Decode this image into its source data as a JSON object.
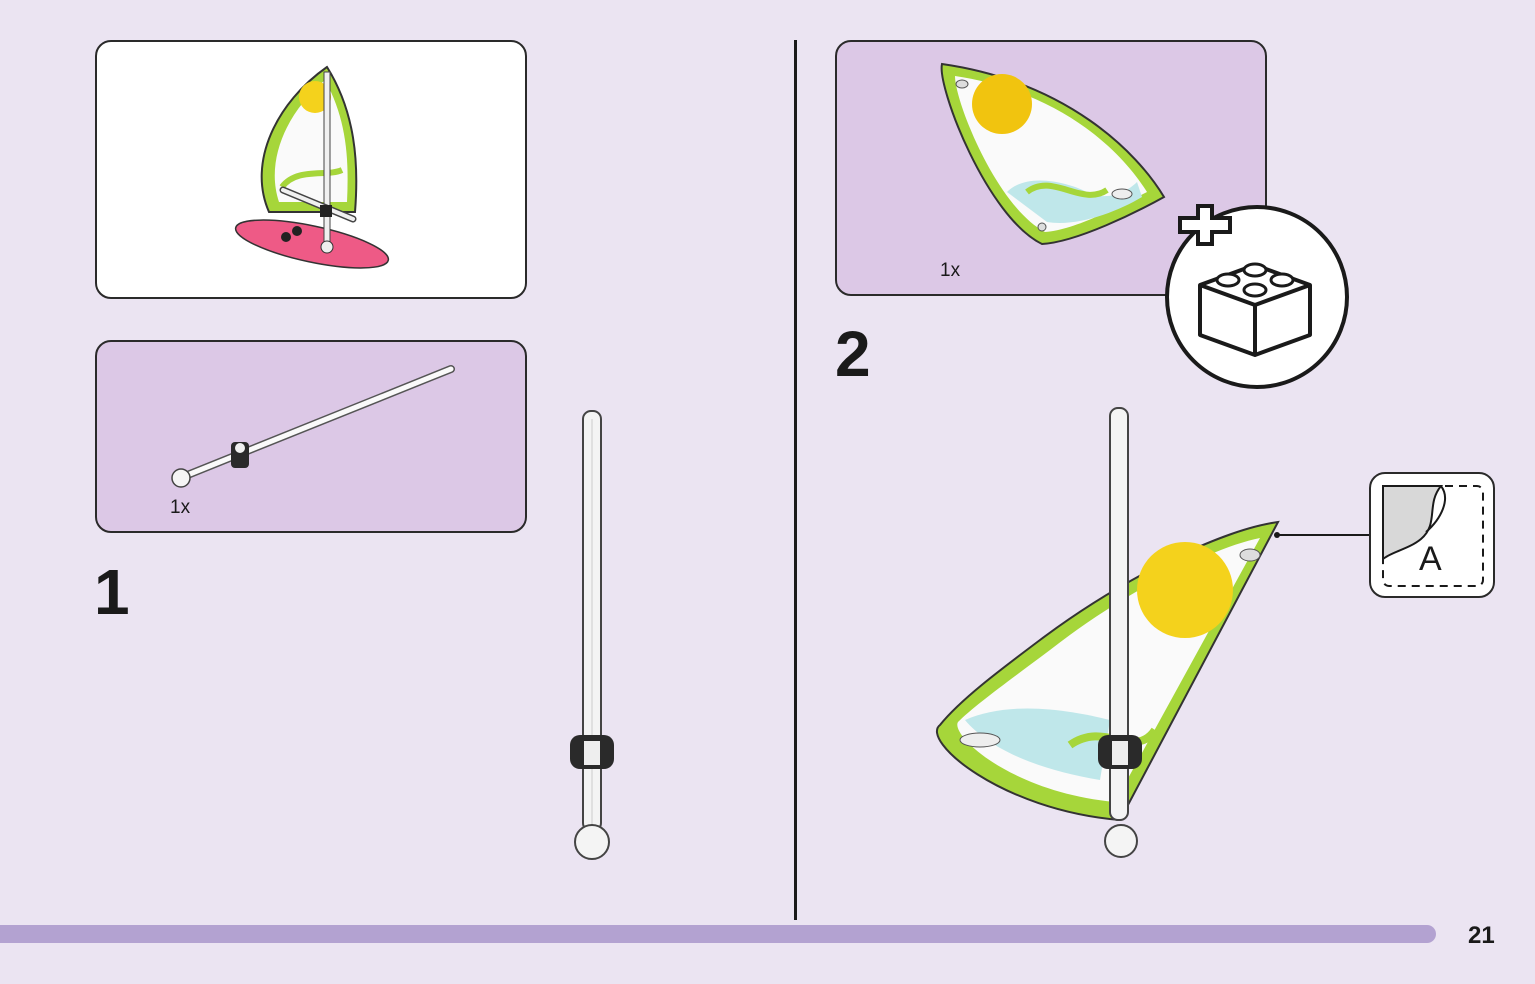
{
  "page": {
    "number": "21"
  },
  "preview": {
    "icon": "windsurf-board-model-icon"
  },
  "step1": {
    "number": "1",
    "parts_qty": "1x",
    "part_icon": "boom-bar-with-clip-icon",
    "result_icon": "mast-with-clip-icon"
  },
  "step2": {
    "number": "2",
    "parts_qty": "1x",
    "part_icon": "printed-sail-icon",
    "add_brick_icon": "add-brick-callout-icon",
    "sticker_label": "A",
    "sticker_icon": "sticker-peel-icon",
    "result_icon": "mast-with-sail-icon"
  },
  "colors": {
    "background": "#ebe4f2",
    "parts_box": "#dcc8e6",
    "progress_bar": "#b3a2d1",
    "sail_green": "#a6d63a",
    "sun_yellow": "#f4d21c",
    "board_pink": "#ee5a86"
  }
}
